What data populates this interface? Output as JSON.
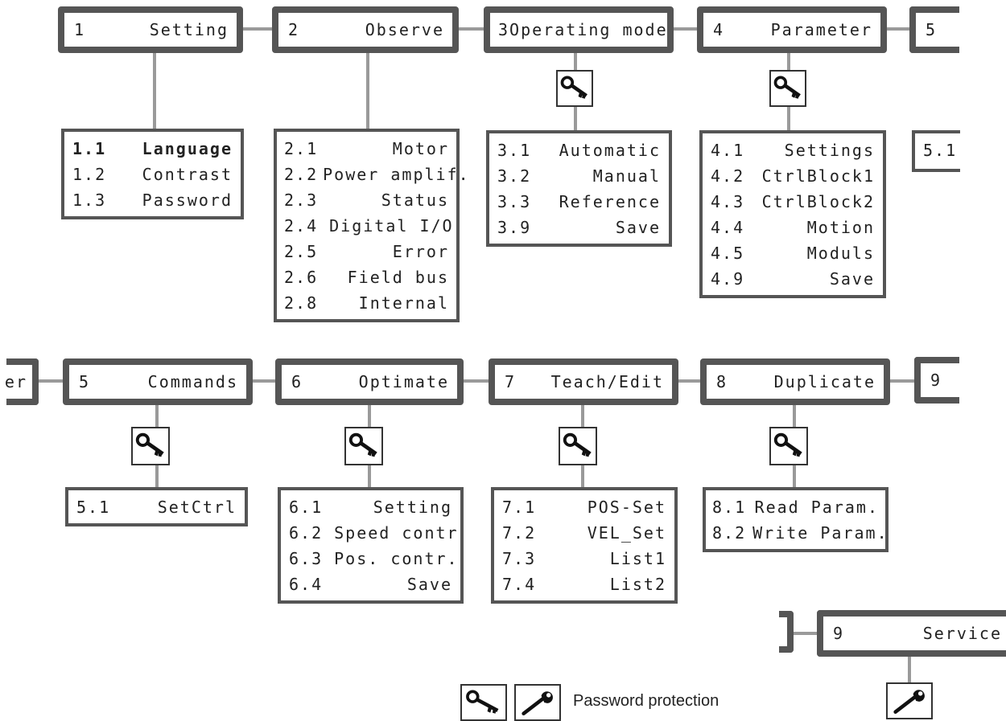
{
  "row1": {
    "menu1": {
      "num": "1",
      "title": "Setting",
      "items": [
        {
          "n": "1.1",
          "label": "Language"
        },
        {
          "n": "1.2",
          "label": "Contrast"
        },
        {
          "n": "1.3",
          "label": "Password"
        }
      ]
    },
    "menu2": {
      "num": "2",
      "title": "Observe",
      "items": [
        {
          "n": "2.1",
          "label": "Motor"
        },
        {
          "n": "2.2",
          "label": "Power amplif."
        },
        {
          "n": "2.3",
          "label": "Status"
        },
        {
          "n": "2.4",
          "label": "Digital I/O"
        },
        {
          "n": "2.5",
          "label": "Error"
        },
        {
          "n": "2.6",
          "label": "Field bus"
        },
        {
          "n": "2.8",
          "label": "Internal"
        }
      ]
    },
    "menu3": {
      "num": "3",
      "title": "Operating mode",
      "items": [
        {
          "n": "3.1",
          "label": "Automatic"
        },
        {
          "n": "3.2",
          "label": "Manual"
        },
        {
          "n": "3.3",
          "label": "Reference"
        },
        {
          "n": "3.9",
          "label": "Save"
        }
      ]
    },
    "menu4": {
      "num": "4",
      "title": "Parameter",
      "items": [
        {
          "n": "4.1",
          "label": "Settings"
        },
        {
          "n": "4.2",
          "label": "CtrlBlock1"
        },
        {
          "n": "4.3",
          "label": "CtrlBlock2"
        },
        {
          "n": "4.4",
          "label": "Motion"
        },
        {
          "n": "4.5",
          "label": "Moduls"
        },
        {
          "n": "4.9",
          "label": "Save"
        }
      ]
    },
    "menu5_partial": {
      "num": "5",
      "sub": "5.1"
    }
  },
  "row2": {
    "prev_partial": {
      "text": "er"
    },
    "menu5": {
      "num": "5",
      "title": "Commands",
      "items": [
        {
          "n": "5.1",
          "label": "SetCtrl"
        }
      ]
    },
    "menu6": {
      "num": "6",
      "title": "Optimate",
      "items": [
        {
          "n": "6.1",
          "label": "Setting"
        },
        {
          "n": "6.2",
          "label": "Speed contr"
        },
        {
          "n": "6.3",
          "label": "Pos. contr."
        },
        {
          "n": "6.4",
          "label": "Save"
        }
      ]
    },
    "menu7": {
      "num": "7",
      "title": "Teach/Edit",
      "items": [
        {
          "n": "7.1",
          "label": "POS-Set"
        },
        {
          "n": "7.2",
          "label": "VEL_Set"
        },
        {
          "n": "7.3",
          "label": "List1"
        },
        {
          "n": "7.4",
          "label": "List2"
        }
      ]
    },
    "menu8": {
      "num": "8",
      "title": "Duplicate",
      "items": [
        {
          "n": "8.1",
          "label": "Read Param."
        },
        {
          "n": "8.2",
          "label": "Write Param."
        }
      ]
    },
    "menu9_partial": {
      "num": "9"
    }
  },
  "row3": {
    "menu9": {
      "num": "9",
      "title": "Service"
    }
  },
  "legend": {
    "text": "Password protection"
  },
  "icons": {
    "key": "key-icon",
    "wrench": "wrench-icon"
  },
  "colors": {
    "box_border": "#555555",
    "connector": "#9a9a9a"
  }
}
